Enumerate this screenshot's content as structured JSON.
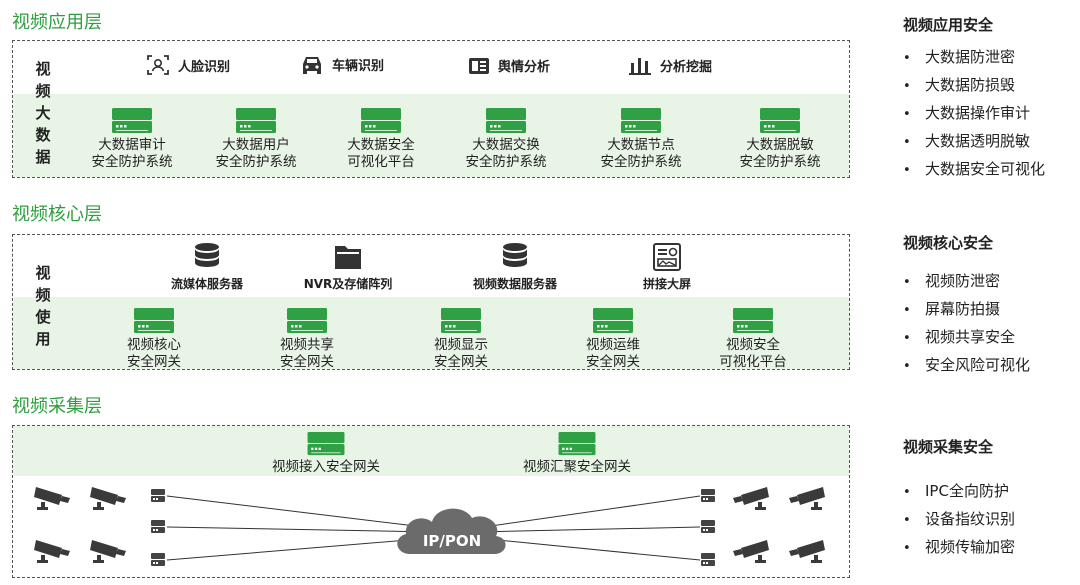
{
  "layers": {
    "app": {
      "title": "视频应用层",
      "side_label": [
        "视",
        "频",
        "大",
        "数",
        "据"
      ],
      "services": [
        {
          "label": "人脸识别",
          "icon": "face-scan-icon"
        },
        {
          "label": "车辆识别",
          "icon": "car-icon"
        },
        {
          "label": "舆情分析",
          "icon": "news-icon"
        },
        {
          "label": "分析挖掘",
          "icon": "bar-chart-icon"
        }
      ],
      "devices": [
        {
          "line1": "大数据审计",
          "line2": "安全防护系统"
        },
        {
          "line1": "大数据用户",
          "line2": "安全防护系统"
        },
        {
          "line1": "大数据安全",
          "line2": "可视化平台"
        },
        {
          "line1": "大数据交换",
          "line2": "安全防护系统"
        },
        {
          "line1": "大数据节点",
          "line2": "安全防护系统"
        },
        {
          "line1": "大数据脱敏",
          "line2": "安全防护系统"
        }
      ]
    },
    "core": {
      "title": "视频核心层",
      "side_label": [
        "视",
        "频",
        "使",
        "用"
      ],
      "services": [
        {
          "label": "流媒体服务器",
          "icon": "database-icon"
        },
        {
          "label": "NVR及存储阵列",
          "icon": "folder-icon"
        },
        {
          "label": "视频数据服务器",
          "icon": "database-icon"
        },
        {
          "label": "拼接大屏",
          "icon": "dashboard-icon"
        }
      ],
      "devices": [
        {
          "line1": "视频核心",
          "line2": "安全网关"
        },
        {
          "line1": "视频共享",
          "line2": "安全网关"
        },
        {
          "line1": "视频显示",
          "line2": "安全网关"
        },
        {
          "line1": "视频运维",
          "line2": "安全网关"
        },
        {
          "line1": "视频安全",
          "line2": "可视化平台"
        }
      ]
    },
    "collect": {
      "title": "视频采集层",
      "devices": [
        {
          "line1": "视频接入安全网关"
        },
        {
          "line1": "视频汇聚安全网关"
        }
      ],
      "network_label": "IP/PON"
    }
  },
  "security": [
    {
      "title": "视频应用安全",
      "items": [
        "大数据防泄密",
        "大数据防损毁",
        "大数据操作审计",
        "大数据透明脱敏",
        "大数据安全可视化"
      ]
    },
    {
      "title": "视频核心安全",
      "items": [
        "视频防泄密",
        "屏幕防拍摄",
        "视频共享安全",
        "安全风险可视化"
      ]
    },
    {
      "title": "视频采集安全",
      "items": [
        "IPC全向防护",
        "设备指纹识别",
        "视频传输加密"
      ]
    }
  ],
  "colors": {
    "accent": "#2e9e3f",
    "device_green": "#2fa043",
    "band": "#e8f4e6",
    "icon_dark": "#333333",
    "cloud": "#6b6b6b"
  }
}
